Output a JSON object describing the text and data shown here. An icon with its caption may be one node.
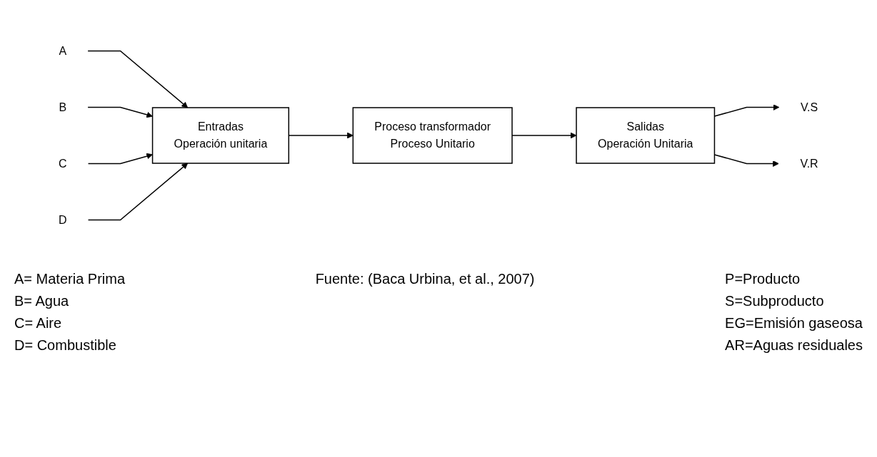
{
  "diagram": {
    "caption": "Fuente: (Baca Urbina, et al., 2007)",
    "nodes": [
      {
        "text": [
          "A"
        ]
      },
      {
        "text": [
          "B"
        ]
      },
      {
        "text": [
          "C"
        ]
      },
      {
        "text": [
          "D"
        ]
      },
      {
        "text": [
          "Entradas",
          "Operación unitaria"
        ]
      },
      {
        "text": [
          "Proceso transformador",
          "Proceso Unitario"
        ]
      },
      {
        "text": [
          "Salidas",
          "Operación Unitaria"
        ]
      },
      {
        "text": [
          "V.S"
        ]
      },
      {
        "text": [
          "V.R"
        ]
      }
    ],
    "edges": [
      {
        "from": 0,
        "to": 4,
        "arrow": "to"
      },
      {
        "from": 1,
        "to": 4,
        "arrow": "to"
      },
      {
        "from": 2,
        "to": 4,
        "arrow": "to"
      },
      {
        "from": 3,
        "to": 4,
        "arrow": "to"
      },
      {
        "from": 4,
        "to": 5,
        "arrow": "to"
      },
      {
        "from": 5,
        "to": 6,
        "arrow": "to"
      },
      {
        "from": 6,
        "to": 7,
        "arrow": "to"
      },
      {
        "from": 6,
        "to": 8,
        "arrow": "to"
      }
    ],
    "labels": [
      "A= Materia Prima",
      "B= Agua",
      "C= Aire",
      "D= Combustible",
      "P=Producto",
      "S=Subproducto",
      "EG=Emisión gaseosa",
      "AR=Aguas residuales"
    ]
  }
}
